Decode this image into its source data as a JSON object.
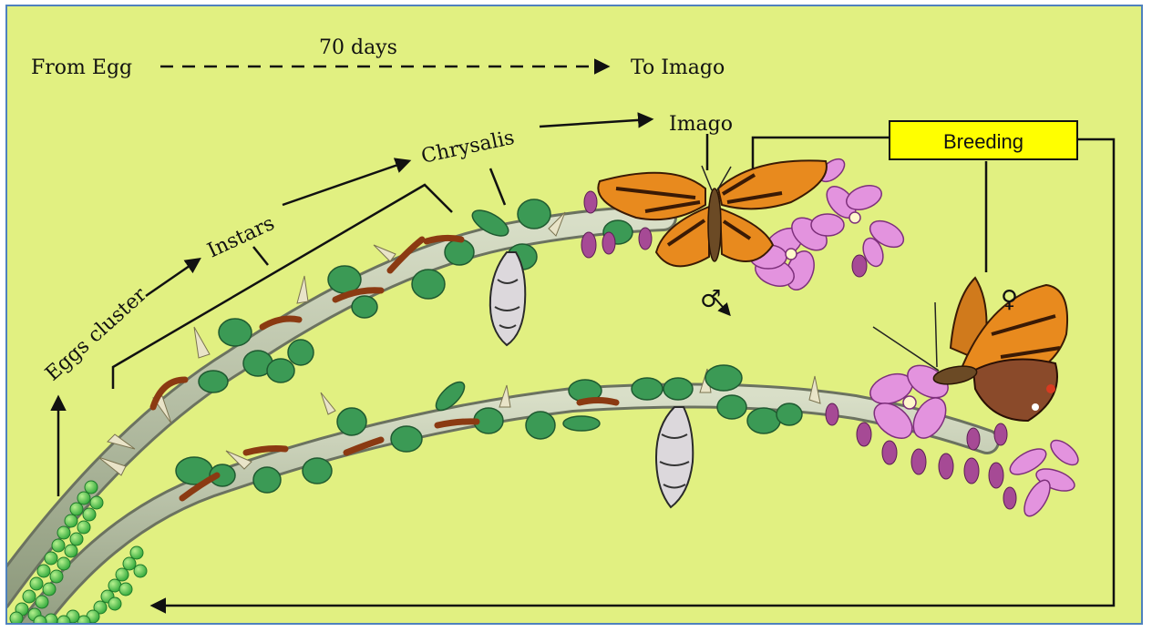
{
  "diagram": {
    "timeline": {
      "start": "From Egg",
      "duration": "70 days",
      "end": "To Imago"
    },
    "stages": {
      "eggs": "Eggs cluster",
      "instars": "Instars",
      "chrysalis": "Chrysalis",
      "imago": "Imago"
    },
    "breeding": "Breeding",
    "symbols": {
      "male": "♂",
      "female": "♀"
    },
    "colors": {
      "background": "#e1f081",
      "border": "#4f81bd",
      "breeding_box": "#ffff00",
      "leaf": "#3b9a55",
      "stem": "#b9c4a8",
      "eggs": "#55cc4a",
      "butterfly_orange": "#e88a1e",
      "flower_pink": "#e393de"
    }
  }
}
